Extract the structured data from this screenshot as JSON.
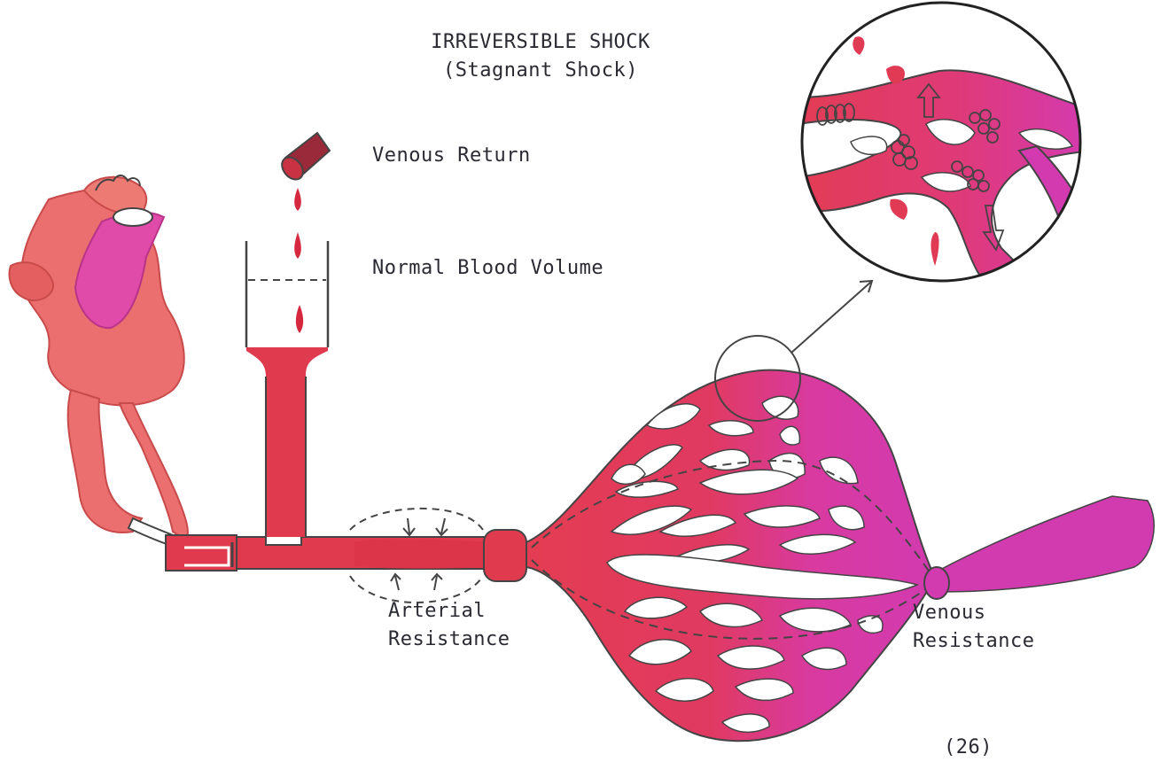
{
  "title": {
    "line1": "IRREVERSIBLE SHOCK",
    "line2": "(Stagnant Shock)"
  },
  "labels": {
    "venous_return": "Venous Return",
    "normal_blood_volume": "Normal Blood Volume",
    "arterial_resistance_1": "Arterial",
    "arterial_resistance_2": "Resistance",
    "venous_resistance_1": "Venous",
    "venous_resistance_2": "Resistance"
  },
  "page_number": "(26)",
  "colors": {
    "arterial_red": "#e03a4e",
    "venous_magenta": "#d83aa8",
    "heart_pink": "#ec6f6f",
    "ink": "#2a2a33"
  }
}
